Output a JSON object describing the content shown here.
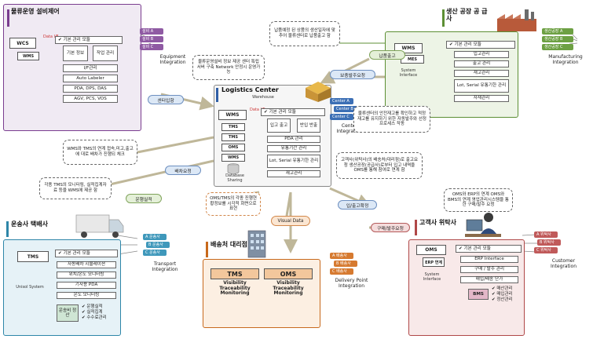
{
  "equipment": {
    "title": "물류운영 설비제어",
    "tags": [
      "설비 A",
      "설비 B",
      "설비 C"
    ],
    "integration": "Equipment Integration",
    "data_if": "Data I/F",
    "wcs": "WCS",
    "wms": "WMS",
    "header": "기본 관리 모듈",
    "basic_info": "기본 정보",
    "job_mgmt": "작업 관리",
    "rows": [
      "I/F관리",
      "Auto Labeler",
      "PDA, DPS, DAS",
      "AGV, PCS, VOS"
    ],
    "color": "#7a3d8f"
  },
  "factory": {
    "title": "생산 공장 공 급 사",
    "tags": [
      "생산공장 A",
      "생산공장 B",
      "생산공장 C"
    ],
    "integration": "Manufacturing Integration",
    "wms": "WMS",
    "mes": "MES",
    "system_interface": "System Interface",
    "header": "기본 관리 모듈",
    "rows": [
      "입고관리",
      "출고 관리",
      "재고관리",
      "Lot, Serial 유통기한 관리",
      "자재관리"
    ],
    "color": "#5c8f34"
  },
  "logistics": {
    "title": "Logistics Center",
    "subtitle": "Warehouse",
    "data_if": "Data I/F",
    "systems": [
      "WMS",
      "TMS",
      "TMS",
      "OMS",
      "WMS"
    ],
    "db_label": "Database Sharing",
    "header": "기본 관리 모듈",
    "in_out": "입고 출고",
    "return_stock": "반입 반출",
    "rows": [
      "PDA 관리",
      "유통기간 관리",
      "Lot, Serial 유통기한 관리",
      "재고관리"
    ],
    "tags": [
      "Center A",
      "Center B",
      "Center C"
    ],
    "integration": "Center Integration",
    "color": "#2f5fa7"
  },
  "transport": {
    "title": "운송사 택배사",
    "tags": [
      "A 운송사",
      "B 운송사",
      "C 운송사"
    ],
    "integration": "Transport Integration",
    "tms": "TMS",
    "system_label": "Unisol System",
    "header": "기본 관리 모듈",
    "rows": [
      "자동배차 시뮬레이션",
      "위치/온도 모니터링",
      "기사용 PDA",
      "온도 모니터링"
    ],
    "settlement": "운송비 정산",
    "checks": [
      "운행실적",
      "실적집계",
      "수수료관리"
    ],
    "color": "#2e86a8"
  },
  "delivery": {
    "title": "배송처 대리점",
    "tms": "TMS",
    "oms": "OMS",
    "features": "Visibility Traceability Monitoring",
    "tags": [
      "A 배송사",
      "B 배송사",
      "C 배송사"
    ],
    "integration": "Delivery Point Integration",
    "color": "#c8691c"
  },
  "customer": {
    "title": "고객사 위탁사",
    "tags": [
      "A 위탁사",
      "B 위탁사",
      "C 위탁사"
    ],
    "integration": "Customer Integration",
    "oms": "OMS",
    "erp": "ERP 연계",
    "system_interface": "System Interface",
    "header": "기본 관리 모듈",
    "rows": [
      "ERP Interface",
      "구매 / 발주 관리",
      "매입/배송 단가"
    ],
    "bms": "BMS",
    "checks": [
      "매산관리",
      "매입관리",
      "정산관리"
    ],
    "color": "#b04848"
  },
  "flows": {
    "center_in": "센터입항",
    "delivery_req": "배차요청",
    "ops_record": "운행실적",
    "stock_in": "납품출고",
    "stock_req": "보충발주요청",
    "visual": "Visual Data",
    "in_out_confirm": "입/출고확정",
    "purchase": "구매/발주요청"
  },
  "notes": {
    "equipment": "물류운영설비 정보 제공 센터 특립 서버 구축 Network 안정시 운영가능",
    "factory": "납품예정 된 상품의 생산일자에 맞추어 물류센터로 납품출고 함",
    "replenish": "물류센터의 안전재고를 확인하고 적정재고를 유지하기 위한 자동발주와 선정 프로세스 작동",
    "wms_tms": "WMS와 TMS의 연계 접속,미고,출고에 대로 배차가 진행되 체크",
    "tms_monitor": "각종 TMS의 모니터링, 실적집계자료 등을 WMS에 제공 함",
    "oms_tms": "OMS/TMS의 각종 진행현황정보를 시각적 화면으로 표현",
    "customer": "고객사(위탁사)의 배송처(대리점)로 출고요청 생산공장(공급사)로부터 입고 내역을 OMS를 통해 참여로 연계 함",
    "oms_erp": "OMS와 ERP의 연계 OMS와 BMS의 연계 영업관리시스템을 통한 구매/발주 요청"
  }
}
